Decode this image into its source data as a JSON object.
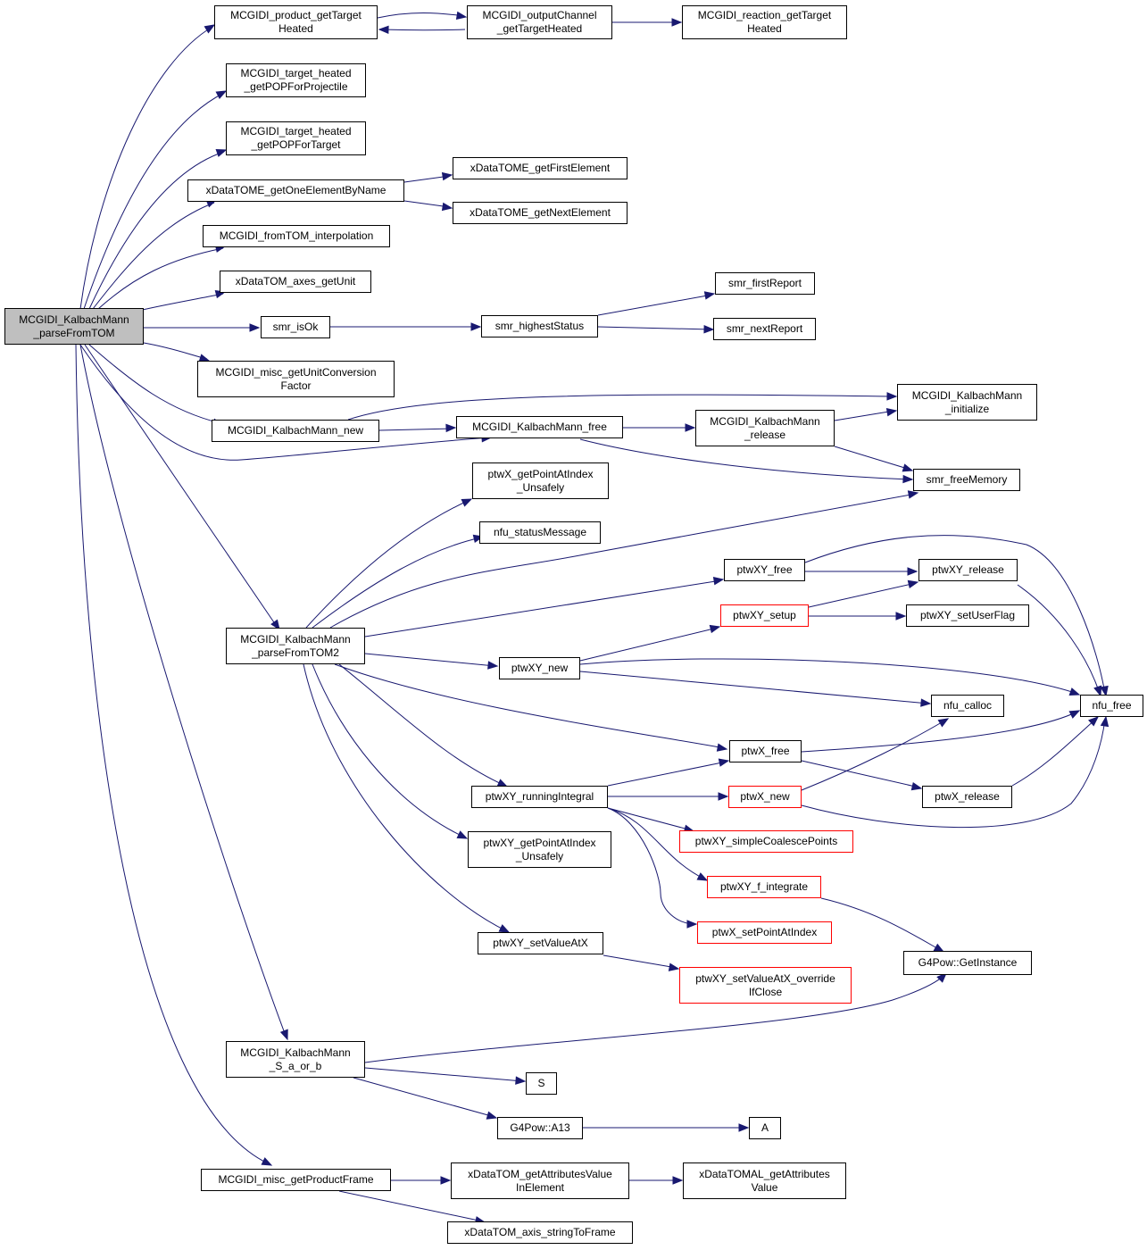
{
  "colors": {
    "edge": "#191970",
    "node_border": "#000000",
    "truncated_border": "#ff0000",
    "root_fill": "#bfbfbf",
    "node_fill": "#ffffff"
  },
  "nodes": {
    "root": {
      "lines": [
        "MCGIDI_KalbachMann",
        "_parseFromTOM"
      ]
    },
    "product_getTargetHeated": {
      "lines": [
        "MCGIDI_product_getTarget",
        "Heated"
      ]
    },
    "outputChannel_getTargetHeated": {
      "lines": [
        "MCGIDI_outputChannel",
        "_getTargetHeated"
      ]
    },
    "reaction_getTargetHeated": {
      "lines": [
        "MCGIDI_reaction_getTarget",
        "Heated"
      ]
    },
    "target_heated_getPOPForProjectile": {
      "lines": [
        "MCGIDI_target_heated",
        "_getPOPForProjectile"
      ]
    },
    "target_heated_getPOPForTarget": {
      "lines": [
        "MCGIDI_target_heated",
        "_getPOPForTarget"
      ]
    },
    "getOneElementByName": {
      "lines": [
        "xDataTOME_getOneElementByName"
      ]
    },
    "getFirstElement": {
      "lines": [
        "xDataTOME_getFirstElement"
      ]
    },
    "getNextElement": {
      "lines": [
        "xDataTOME_getNextElement"
      ]
    },
    "fromTOM_interpolation": {
      "lines": [
        "MCGIDI_fromTOM_interpolation"
      ]
    },
    "axes_getUnit": {
      "lines": [
        "xDataTOM_axes_getUnit"
      ]
    },
    "smr_isOk": {
      "lines": [
        "smr_isOk"
      ]
    },
    "smr_highestStatus": {
      "lines": [
        "smr_highestStatus"
      ]
    },
    "smr_firstReport": {
      "lines": [
        "smr_firstReport"
      ]
    },
    "smr_nextReport": {
      "lines": [
        "smr_nextReport"
      ]
    },
    "misc_getUnitConversionFactor": {
      "lines": [
        "MCGIDI_misc_getUnitConversion",
        "Factor"
      ]
    },
    "kalbach_initialize": {
      "lines": [
        "MCGIDI_KalbachMann",
        "_initialize"
      ]
    },
    "kalbach_new": {
      "lines": [
        "MCGIDI_KalbachMann_new"
      ]
    },
    "kalbach_free": {
      "lines": [
        "MCGIDI_KalbachMann_free"
      ]
    },
    "kalbach_release": {
      "lines": [
        "MCGIDI_KalbachMann",
        "_release"
      ]
    },
    "smr_freeMemory": {
      "lines": [
        "smr_freeMemory"
      ]
    },
    "ptwX_getPointAtIndex_Unsafely": {
      "lines": [
        "ptwX_getPointAtIndex",
        "_Unsafely"
      ]
    },
    "nfu_statusMessage": {
      "lines": [
        "nfu_statusMessage"
      ]
    },
    "ptwXY_free": {
      "lines": [
        "ptwXY_free"
      ]
    },
    "ptwXY_release": {
      "lines": [
        "ptwXY_release"
      ]
    },
    "ptwXY_setup": {
      "lines": [
        "ptwXY_setup"
      ]
    },
    "ptwXY_setUserFlag": {
      "lines": [
        "ptwXY_setUserFlag"
      ]
    },
    "parseFromTOM2": {
      "lines": [
        "MCGIDI_KalbachMann",
        "_parseFromTOM2"
      ]
    },
    "ptwXY_new": {
      "lines": [
        "ptwXY_new"
      ]
    },
    "nfu_calloc": {
      "lines": [
        "nfu_calloc"
      ]
    },
    "nfu_free": {
      "lines": [
        "nfu_free"
      ]
    },
    "ptwX_free": {
      "lines": [
        "ptwX_free"
      ]
    },
    "ptwXY_runningIntegral": {
      "lines": [
        "ptwXY_runningIntegral"
      ]
    },
    "ptwX_new": {
      "lines": [
        "ptwX_new"
      ]
    },
    "ptwX_release": {
      "lines": [
        "ptwX_release"
      ]
    },
    "ptwXY_simpleCoalescePoints": {
      "lines": [
        "ptwXY_simpleCoalescePoints"
      ]
    },
    "ptwXY_getPointAtIndex_Unsafely": {
      "lines": [
        "ptwXY_getPointAtIndex",
        "_Unsafely"
      ]
    },
    "ptwXY_f_integrate": {
      "lines": [
        "ptwXY_f_integrate"
      ]
    },
    "ptwX_setPointAtIndex": {
      "lines": [
        "ptwX_setPointAtIndex"
      ]
    },
    "ptwXY_setValueAtX": {
      "lines": [
        "ptwXY_setValueAtX"
      ]
    },
    "G4Pow_GetInstance": {
      "lines": [
        "G4Pow::GetInstance"
      ]
    },
    "ptwXY_setValueAtX_overrideIfClose": {
      "lines": [
        "ptwXY_setValueAtX_override",
        "IfClose"
      ]
    },
    "S_a_or_b": {
      "lines": [
        "MCGIDI_KalbachMann",
        "_S_a_or_b"
      ]
    },
    "S": {
      "lines": [
        "S"
      ]
    },
    "G4Pow_A13": {
      "lines": [
        "G4Pow::A13"
      ]
    },
    "A": {
      "lines": [
        "A"
      ]
    },
    "misc_getProductFrame": {
      "lines": [
        "MCGIDI_misc_getProductFrame"
      ]
    },
    "getAttributesValueInElement": {
      "lines": [
        "xDataTOM_getAttributesValue",
        "InElement"
      ]
    },
    "xDataTOMAL_getAttributesValue": {
      "lines": [
        "xDataTOMAL_getAttributes",
        "Value"
      ]
    },
    "axis_stringToFrame": {
      "lines": [
        "xDataTOM_axis_stringToFrame"
      ]
    }
  }
}
